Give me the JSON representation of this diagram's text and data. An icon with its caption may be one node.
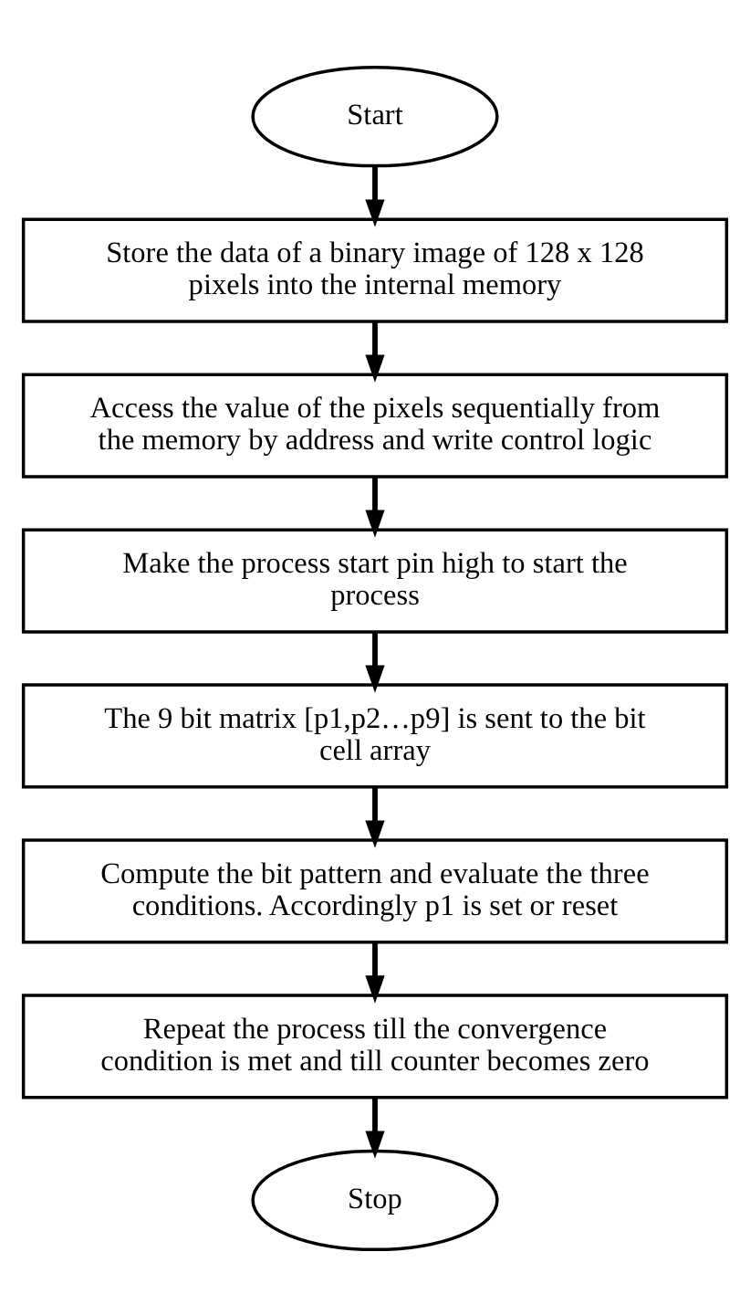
{
  "diagram": {
    "nodes": [
      {
        "text": [
          "Start"
        ]
      },
      {
        "text": [
          "Store the data of a binary image of 128 x 128 pixels into the internal memory"
        ]
      },
      {
        "text": [
          "Access the value of the pixels sequentially from the memory by address and write control logic"
        ]
      },
      {
        "text": [
          "Make the process start pin high to start the process"
        ]
      },
      {
        "text": [
          "The 9 bit matrix [p1,p2…p9] is sent to the bit cell array"
        ]
      },
      {
        "text": [
          "Compute the bit pattern and evaluate the three conditions. Accordingly p1 is set or reset"
        ]
      },
      {
        "text": [
          "Repeat the process till the convergence condition is met and till counter becomes zero"
        ]
      },
      {
        "text": [
          "Stop"
        ]
      }
    ],
    "edges": [
      {
        "from": 0,
        "to": 1,
        "arrow": "to"
      },
      {
        "from": 1,
        "to": 2,
        "arrow": "to"
      },
      {
        "from": 2,
        "to": 3,
        "arrow": "to"
      },
      {
        "from": 3,
        "to": 4,
        "arrow": "to"
      },
      {
        "from": 4,
        "to": 5,
        "arrow": "to"
      },
      {
        "from": 5,
        "to": 6,
        "arrow": "to"
      },
      {
        "from": 6,
        "to": 7,
        "arrow": "to"
      }
    ]
  }
}
